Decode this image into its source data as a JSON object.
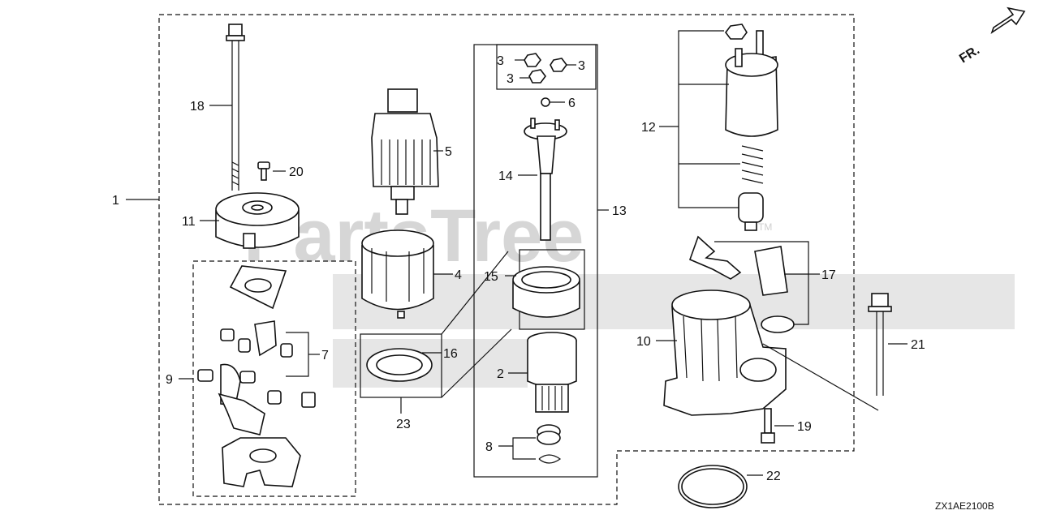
{
  "watermark": "PartsTree",
  "trademark": "TM",
  "figure_code": "ZX1AE2100B",
  "direction_label": "FR.",
  "callouts": {
    "c1": "1",
    "c2": "2",
    "c3a": "3",
    "c3b": "3",
    "c3c": "3",
    "c4": "4",
    "c5": "5",
    "c6": "6",
    "c7": "7",
    "c8": "8",
    "c9": "9",
    "c10": "10",
    "c11": "11",
    "c12": "12",
    "c13": "13",
    "c14": "14",
    "c15": "15",
    "c16": "16",
    "c17": "17",
    "c18": "18",
    "c19": "19",
    "c20": "20",
    "c21": "21",
    "c22": "22",
    "c23": "23"
  }
}
